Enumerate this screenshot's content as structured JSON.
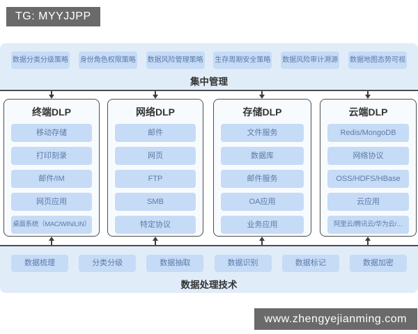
{
  "watermarks": {
    "top": "TG: MYYJJPP",
    "bottom": "www.zhengyejianming.com"
  },
  "top_panel": {
    "label": "集中管理",
    "pills": [
      "数据分类分级策略",
      "身份角色权限策略",
      "数据风险管理策略",
      "生存周期安全策略",
      "数据风险审计溯源",
      "数据地图态势可视"
    ]
  },
  "columns": [
    {
      "title": "终端DLP",
      "items": [
        "移动存储",
        "打印刻录",
        "邮件/IM",
        "网页应用",
        "桌面系统（MAC/WIN/LIN）"
      ]
    },
    {
      "title": "网络DLP",
      "items": [
        "邮件",
        "网页",
        "FTP",
        "SMB",
        "特定协议"
      ]
    },
    {
      "title": "存储DLP",
      "items": [
        "文件服务",
        "数据库",
        "邮件服务",
        "OA应用",
        "业务应用"
      ]
    },
    {
      "title": "云端DLP",
      "items": [
        "Redis/MongoDB",
        "网络协议",
        "OSS/HDFS/HBase",
        "云应用",
        "阿里云/腾讯云/华为云/…"
      ]
    }
  ],
  "bottom_panel": {
    "label": "数据处理技术",
    "pills": [
      "数据梳理",
      "分类分级",
      "数据抽取",
      "数据识别",
      "数据标记",
      "数据加密"
    ]
  },
  "colors": {
    "panel_bg": "#e0edf9",
    "pill_bg": "#c6dbf6",
    "pill_text": "#5b7ba8",
    "box_bg": "#f8fbfe",
    "box_border": "#4c4c4c",
    "title_text": "#333333",
    "badge_bg": "#6a6a6a",
    "badge_text": "#ffffff",
    "line": "#3c3c3c"
  }
}
